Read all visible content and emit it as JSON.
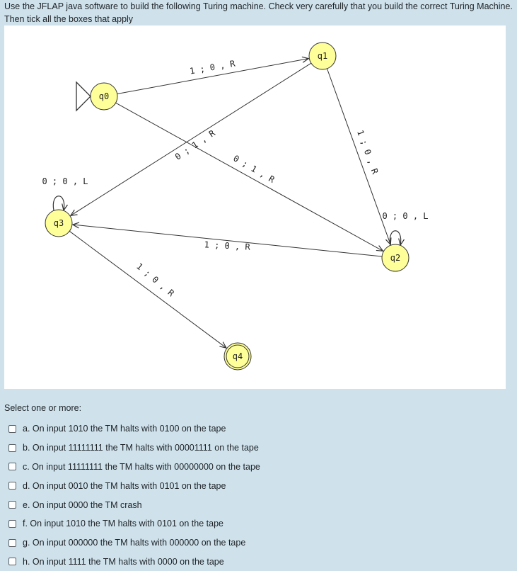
{
  "question": {
    "line1": "Use the JFLAP java software to build the following Turing machine. Check very carefully that you build the correct Turing Machine.",
    "line2": "Then tick all the boxes that apply"
  },
  "diagram": {
    "states": [
      {
        "id": "q0",
        "label": "q0",
        "initial": true,
        "final": false
      },
      {
        "id": "q1",
        "label": "q1",
        "initial": false,
        "final": false
      },
      {
        "id": "q2",
        "label": "q2",
        "initial": false,
        "final": false
      },
      {
        "id": "q3",
        "label": "q3",
        "initial": false,
        "final": false
      },
      {
        "id": "q4",
        "label": "q4",
        "initial": false,
        "final": true
      }
    ],
    "transitions": [
      {
        "from": "q0",
        "to": "q1",
        "label": "1 ; 0 , R"
      },
      {
        "from": "q0",
        "to": "q2",
        "label": "0 ; 1 , R"
      },
      {
        "from": "q1",
        "to": "q3",
        "label": "0 ; 1 , R"
      },
      {
        "from": "q1",
        "to": "q2",
        "label": "1 ; 0 , R"
      },
      {
        "from": "q2",
        "to": "q2",
        "label": "0 ; 0 , L"
      },
      {
        "from": "q2",
        "to": "q3",
        "label": "1 ; 0 , R"
      },
      {
        "from": "q3",
        "to": "q3",
        "label": "0 ; 0 , L"
      },
      {
        "from": "q3",
        "to": "q4",
        "label": "1 ; 0 , R"
      }
    ],
    "colors": {
      "state_fill": "#ffff99",
      "state_stroke": "#333333",
      "edge": "#333333"
    }
  },
  "prompt": "Select one or more:",
  "options": [
    {
      "label": "a. On input 1010 the TM halts with 0100 on the tape",
      "checked": false
    },
    {
      "label": "b. On input 11111111 the TM halts with 00001111 on the tape",
      "checked": false
    },
    {
      "label": "c. On input 11111111 the TM halts with 00000000 on the tape",
      "checked": false
    },
    {
      "label": "d. On input 0010 the TM halts with 0101 on the tape",
      "checked": false
    },
    {
      "label": "e. On input 0000 the TM crash",
      "checked": false
    },
    {
      "label": "f. On input 1010 the TM halts with 0101 on the tape",
      "checked": false
    },
    {
      "label": "g. On input 000000 the TM halts with 000000 on the tape",
      "checked": false
    },
    {
      "label": "h. On input 1111 the TM halts with 0000 on the tape",
      "checked": false
    }
  ]
}
